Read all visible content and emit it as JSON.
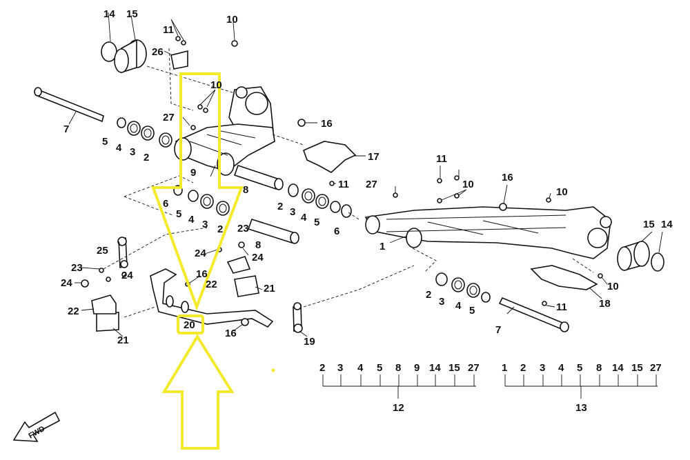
{
  "diagram": {
    "part_numbers": [
      "1",
      "2",
      "3",
      "4",
      "5",
      "6",
      "7",
      "8",
      "9",
      "10",
      "11",
      "12",
      "13",
      "14",
      "15",
      "16",
      "17",
      "18",
      "19",
      "20",
      "21",
      "22",
      "23",
      "24",
      "25",
      "26",
      "27"
    ],
    "kit_12": {
      "label": "12",
      "items": [
        "2",
        "3",
        "4",
        "5",
        "8",
        "9",
        "14",
        "15",
        "27"
      ]
    },
    "kit_13": {
      "label": "13",
      "items": [
        "1",
        "2",
        "3",
        "4",
        "5",
        "8",
        "14",
        "15",
        "27"
      ]
    },
    "fwd_label": "FWD",
    "highlight_color": "#f2ea2a",
    "highlighted_part": "20"
  }
}
